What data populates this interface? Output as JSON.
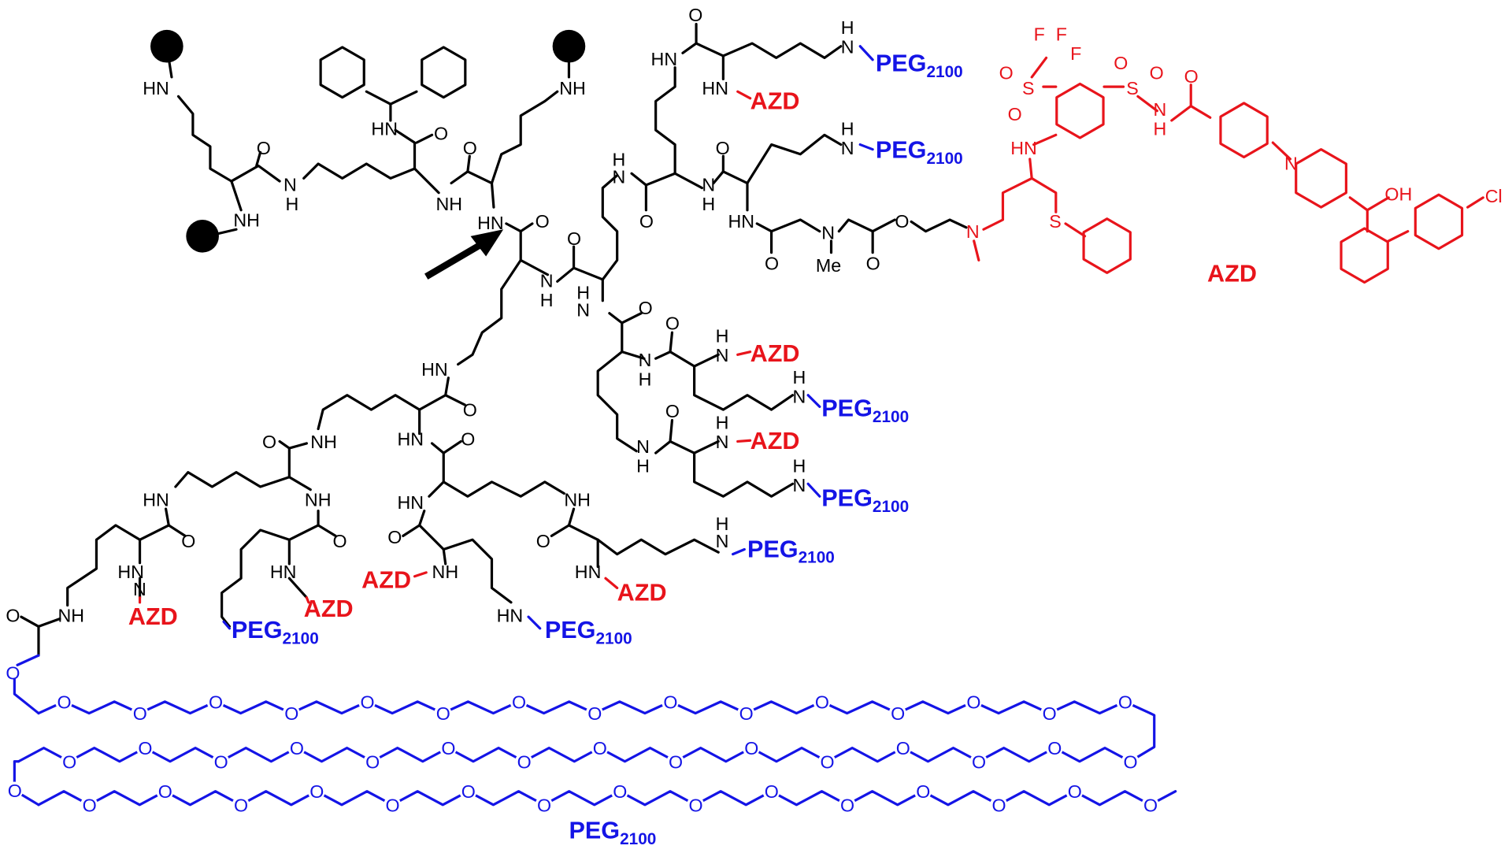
{
  "colors": {
    "scaffold": "#000000",
    "drug": "#e8141b",
    "peg": "#1414e6"
  },
  "labels": {
    "peg": "PEG",
    "peg_sub": "2100",
    "azd": "AZD",
    "azd_title": "AZD"
  },
  "atoms": {
    "NH": "NH",
    "HN": "HN",
    "N": "N",
    "H": "H",
    "O": "O",
    "Me": "Me",
    "S": "S",
    "F": "F",
    "Cl": "Cl",
    "OH": "OH"
  }
}
